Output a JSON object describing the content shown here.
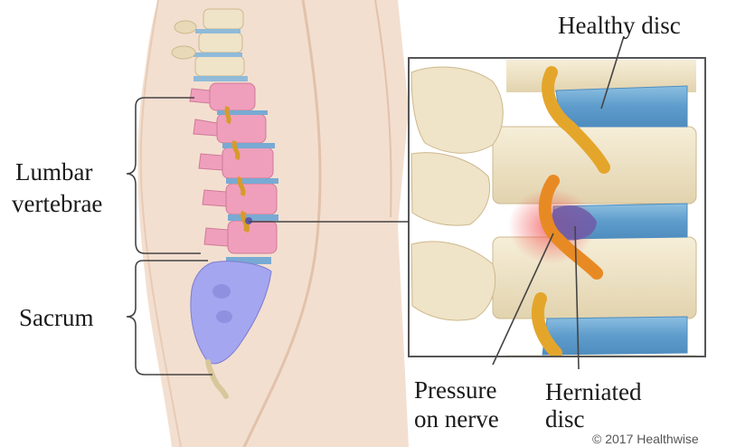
{
  "labels": {
    "healthy_disc": "Healthy disc",
    "lumbar_line1": "Lumbar",
    "lumbar_line2": "vertebrae",
    "sacrum": "Sacrum",
    "pressure_line1": "Pressure",
    "pressure_line2": "on nerve",
    "herniated_line1": "Herniated",
    "herniated_line2": "disc"
  },
  "copyright": "© 2017 Healthwise",
  "colors": {
    "skin": "#f2dccb",
    "skin_shadow": "#e0bfa8",
    "bone": "#f0e6cc",
    "bone_shadow": "#d8c8a2",
    "lumbar_highlight": "#ee9fb8",
    "sacrum_highlight": "#9fa3ee",
    "disc": "#6fa7cf",
    "nerve": "#e4a62a",
    "inflammation": "#f04a4a",
    "herniation": "#6f5aa8"
  }
}
